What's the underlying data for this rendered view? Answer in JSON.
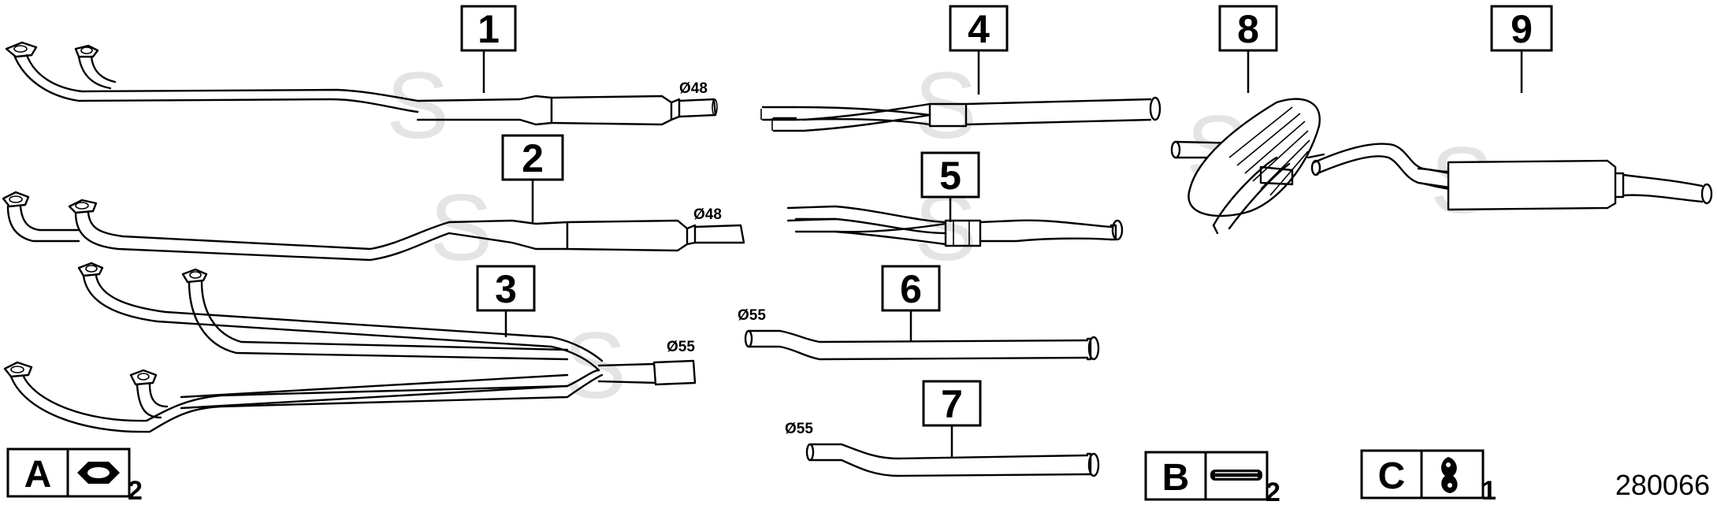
{
  "callouts": [
    "1",
    "2",
    "3",
    "4",
    "5",
    "6",
    "7",
    "8",
    "9"
  ],
  "diameters": {
    "part1": "Ø48",
    "part2": "Ø48",
    "part3": "Ø55",
    "part6": "Ø55",
    "part7": "Ø55"
  },
  "legend": [
    {
      "letter": "A",
      "qty": "2",
      "icon": "gasket-ring-icon"
    },
    {
      "letter": "B",
      "qty": "2",
      "icon": "rubber-strip-icon"
    },
    {
      "letter": "C",
      "qty": "1",
      "icon": "hanger-clamp-icon"
    }
  ],
  "diagram_id": "280066"
}
